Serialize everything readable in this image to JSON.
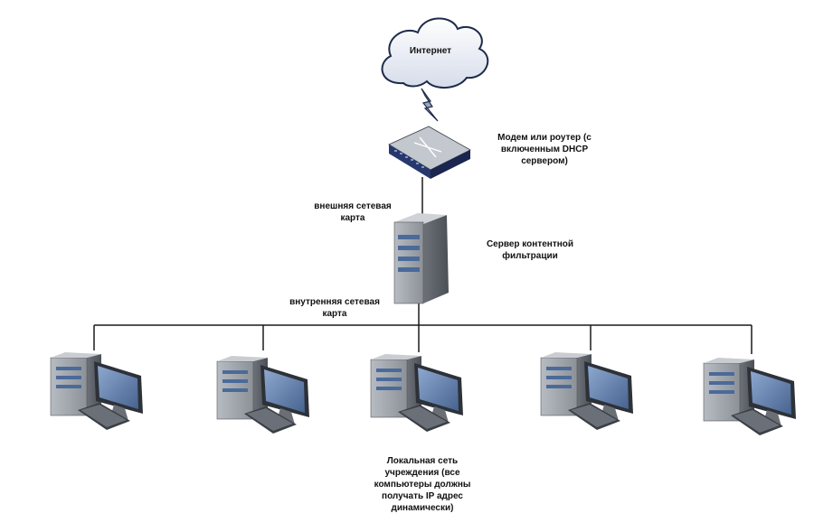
{
  "cloud": {
    "label": "Интернет"
  },
  "router": {
    "label_lines": [
      "Модем или роутер (с",
      "включенным DHCP",
      "сервером)"
    ]
  },
  "server": {
    "label_lines": [
      "Сервер контентной",
      "фильтрации"
    ]
  },
  "external_nic": {
    "label_lines": [
      "внешняя сетевая",
      "карта"
    ]
  },
  "internal_nic": {
    "label_lines": [
      "внутренняя сетевая",
      "карта"
    ]
  },
  "lan": {
    "label_lines": [
      "Локальная сеть",
      "учреждения (все",
      "компьютеры должны",
      "получать IP адрес",
      "динамически)"
    ],
    "computer_count": 5
  },
  "colors": {
    "line": "#1a1a1a",
    "cloud_fill": "#e9edf6",
    "cloud_stroke": "#1e2b4a",
    "router_body": "#2c3e74",
    "device_gray": "#8a8f96",
    "device_dark": "#3a3f46",
    "stripe": "#4a6a9a",
    "screen": "#5b79a8"
  }
}
